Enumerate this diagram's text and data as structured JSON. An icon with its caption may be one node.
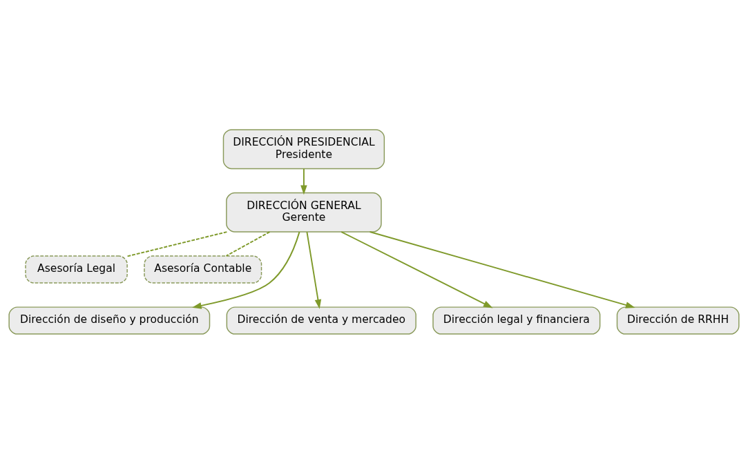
{
  "diagram": {
    "nodes": [
      {
        "text": [
          "DIRECCIÓN PRESIDENCIAL",
          "Presidente"
        ]
      },
      {
        "text": [
          "DIRECCIÓN GENERAL",
          "Gerente"
        ]
      },
      {
        "text": [
          "Asesoría Legal"
        ]
      },
      {
        "text": [
          "Asesoría Contable"
        ]
      },
      {
        "text": [
          "Dirección de diseño y producción"
        ]
      },
      {
        "text": [
          "Dirección de venta y mercadeo"
        ]
      },
      {
        "text": [
          "Dirección legal y financiera"
        ]
      },
      {
        "text": [
          "Dirección de RRHH"
        ]
      }
    ],
    "edges": [
      {
        "from": 0,
        "to": 1,
        "arrow": "to"
      },
      {
        "from": 1,
        "to": 2,
        "arrow": "none",
        "style": "dashed"
      },
      {
        "from": 1,
        "to": 3,
        "arrow": "none",
        "style": "dashed"
      },
      {
        "from": 1,
        "to": 4,
        "arrow": "to"
      },
      {
        "from": 1,
        "to": 5,
        "arrow": "to"
      },
      {
        "from": 1,
        "to": 6,
        "arrow": "to"
      },
      {
        "from": 1,
        "to": 7,
        "arrow": "to"
      }
    ]
  }
}
